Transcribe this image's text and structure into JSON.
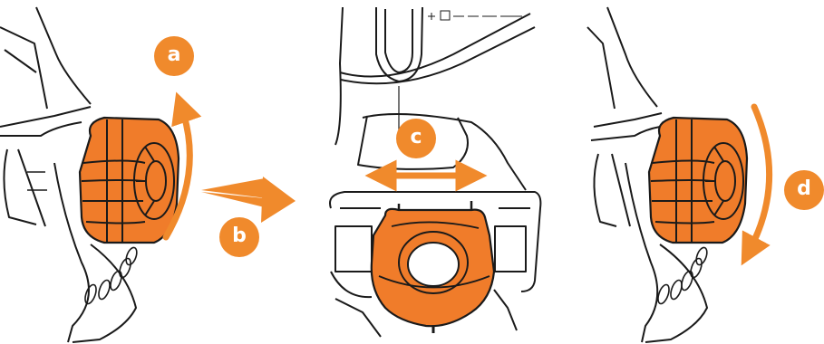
{
  "colors": {
    "accent": "#f08a2c",
    "knob": "#f07c2a",
    "ink": "#1a1a1a",
    "background": "#ffffff"
  },
  "steps": [
    {
      "label": "a",
      "icon": "curved-arrow-up-icon"
    },
    {
      "label": "b",
      "icon": "arrow-right-icon"
    },
    {
      "label": "c",
      "icon": "double-arrow-horizontal-icon"
    },
    {
      "label": "d",
      "icon": "curved-arrow-down-icon"
    }
  ]
}
